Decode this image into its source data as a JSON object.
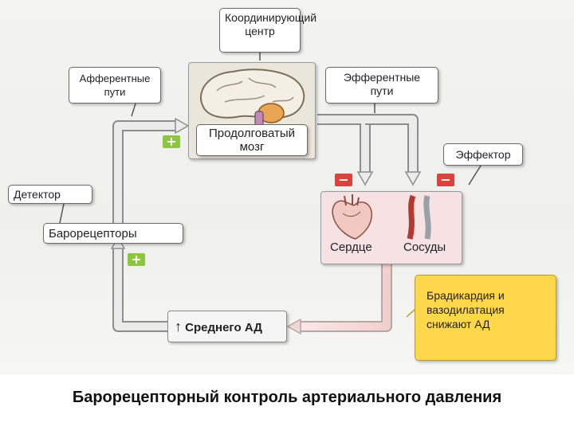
{
  "diagram": {
    "coordinating_center": "Координирующий\nцентр",
    "afferent": "Афферентные\nпути",
    "efferent": "Эфферентные\nпути",
    "medulla": "Продолговатый\nмозг",
    "effector": "Эффектор",
    "detector": "Детектор",
    "baroreceptors": "Барорецепторы",
    "heart": "Сердце",
    "vessels": "Сосуды",
    "mean_bp_arrow": "↑",
    "mean_bp": "Среднего АД",
    "plus_sign": "+",
    "minus_sign": "−",
    "outcome": "Брадикардия и\nвазодилатация\nснижают АД"
  },
  "caption": "Барорецепторный контроль артериального давления",
  "colors": {
    "loop_arrow": "#e7e7e7",
    "pink_arrow": "#f6dada",
    "brain_panel": "#ebe6dc",
    "effector_panel": "#f6e1e3",
    "note": "#ffd74a",
    "plus": "#8cc63f",
    "minus": "#d9433b"
  }
}
